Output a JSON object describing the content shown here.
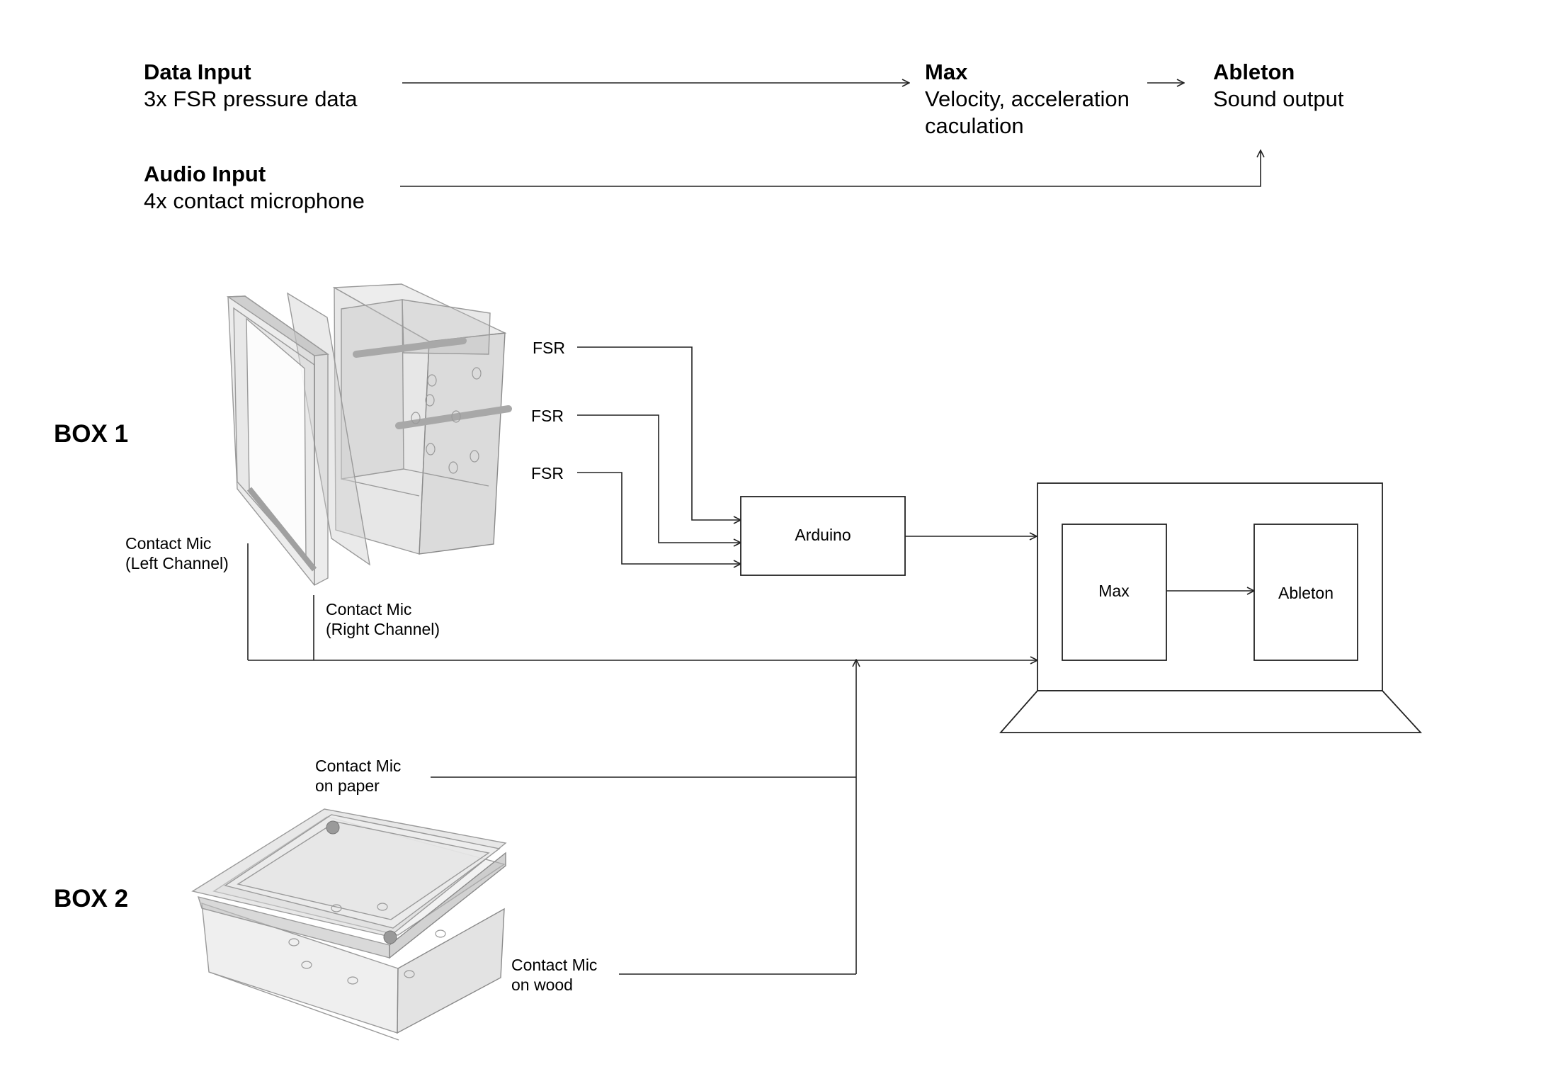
{
  "flow": {
    "data_input": {
      "title": "Data Input",
      "desc": "3x FSR pressure data"
    },
    "audio_input": {
      "title": "Audio Input",
      "desc": "4x contact microphone"
    },
    "max": {
      "title": "Max",
      "desc_line1": "Velocity, acceleration",
      "desc_line2": "caculation"
    },
    "ableton": {
      "title": "Ableton",
      "desc": "Sound output"
    }
  },
  "box1": {
    "label": "BOX 1",
    "fsr": [
      "FSR",
      "FSR",
      "FSR"
    ],
    "mic_left": [
      "Contact Mic",
      "(Left Channel)"
    ],
    "mic_right": [
      "Contact Mic",
      "(Right Channel)"
    ]
  },
  "box2": {
    "label": "BOX 2",
    "mic_paper": [
      "Contact Mic",
      "on paper"
    ],
    "mic_wood": [
      "Contact Mic",
      "on wood"
    ]
  },
  "arduino": {
    "label": "Arduino"
  },
  "laptop": {
    "max_label": "Max",
    "ableton_label": "Ableton"
  }
}
